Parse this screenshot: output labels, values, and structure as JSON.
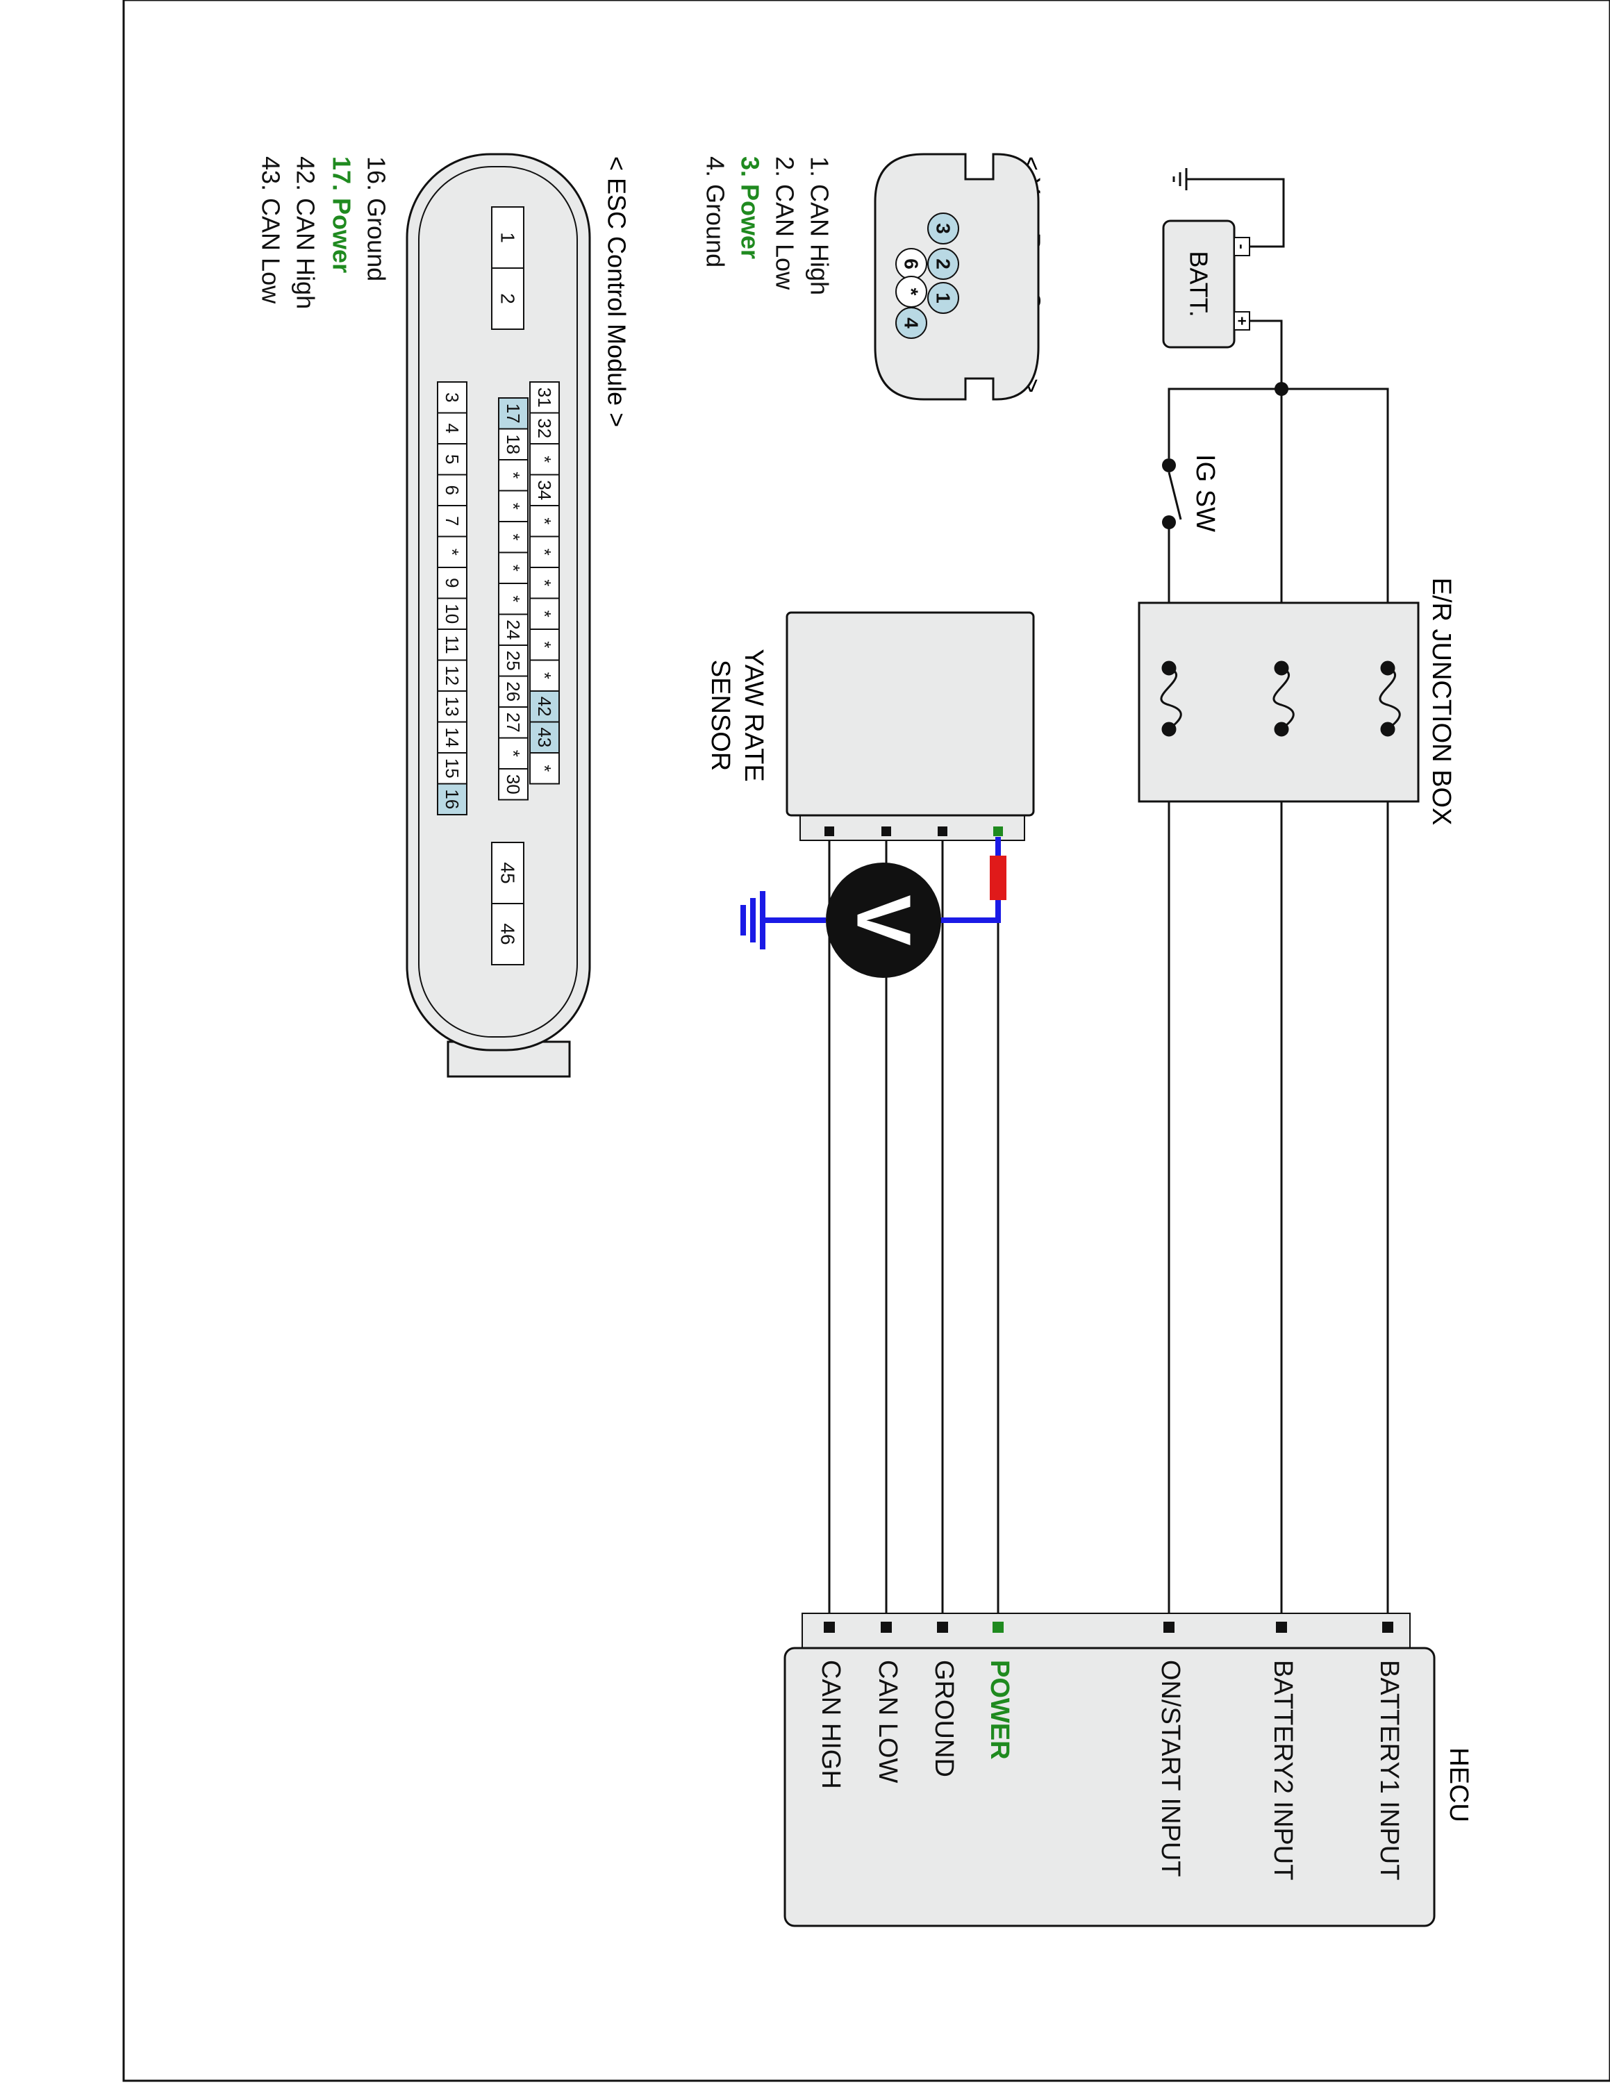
{
  "colors": {
    "wire": "#111111",
    "power_label": "#1f8a1f",
    "probe_red": "#e01a1a",
    "probe_blue": "#1a1ae6",
    "highlight_pin": "#b9d9e4",
    "box_fill": "#e9eaea",
    "label_black": "#111111"
  },
  "battery": {
    "label": "BATT.",
    "minus": "-",
    "plus": "+"
  },
  "ig_switch": {
    "label": "IG SW"
  },
  "junction_box": {
    "label": "E/R JUNCTION BOX"
  },
  "yaw_sensor_box": {
    "line1": "YAW RATE",
    "line2": "SENSOR"
  },
  "voltmeter": {
    "symbol": "V"
  },
  "hecu": {
    "title": "HECU",
    "pins": [
      {
        "label": "BATTERY1 INPUT",
        "highlight": false
      },
      {
        "label": "BATTERY2 INPUT",
        "highlight": false
      },
      {
        "label": "ON/START INPUT",
        "highlight": false
      },
      {
        "label": "POWER",
        "highlight": true
      },
      {
        "label": "GROUND",
        "highlight": false
      },
      {
        "label": "CAN LOW",
        "highlight": false
      },
      {
        "label": "CAN HIGH",
        "highlight": false
      }
    ]
  },
  "yaw_connector": {
    "title": "< Yaw-Rate Sensor >",
    "pins": [
      "3",
      "2",
      "1",
      "6",
      "*",
      "4"
    ],
    "legend": [
      {
        "text": "1. CAN High",
        "highlight": false
      },
      {
        "text": "2. CAN Low",
        "highlight": false
      },
      {
        "text": "3. Power",
        "highlight": true
      },
      {
        "text": "4. Ground",
        "highlight": false
      }
    ]
  },
  "esc_connector": {
    "title": "< ESC Control Module >",
    "top_pins": [
      "1",
      "2"
    ],
    "bottom_pins": [
      "45",
      "46"
    ],
    "row_a": [
      "31",
      "32",
      "*",
      "34",
      "*",
      "*",
      "*",
      "*",
      "*",
      "*",
      "42",
      "43",
      "*"
    ],
    "row_b": [
      "17",
      "18",
      "*",
      "*",
      "*",
      "*",
      "*",
      "24",
      "25",
      "26",
      "27",
      "*",
      "30"
    ],
    "row_c": [
      "3",
      "4",
      "5",
      "6",
      "7",
      "*",
      "9",
      "10",
      "11",
      "12",
      "13",
      "14",
      "15",
      "16"
    ],
    "highlighted": [
      "42",
      "43",
      "17",
      "16"
    ],
    "legend": [
      {
        "text": "16. Ground",
        "highlight": false
      },
      {
        "text": "17. Power",
        "highlight": true
      },
      {
        "text": "42. CAN High",
        "highlight": false
      },
      {
        "text": "43. CAN Low",
        "highlight": false
      }
    ]
  }
}
